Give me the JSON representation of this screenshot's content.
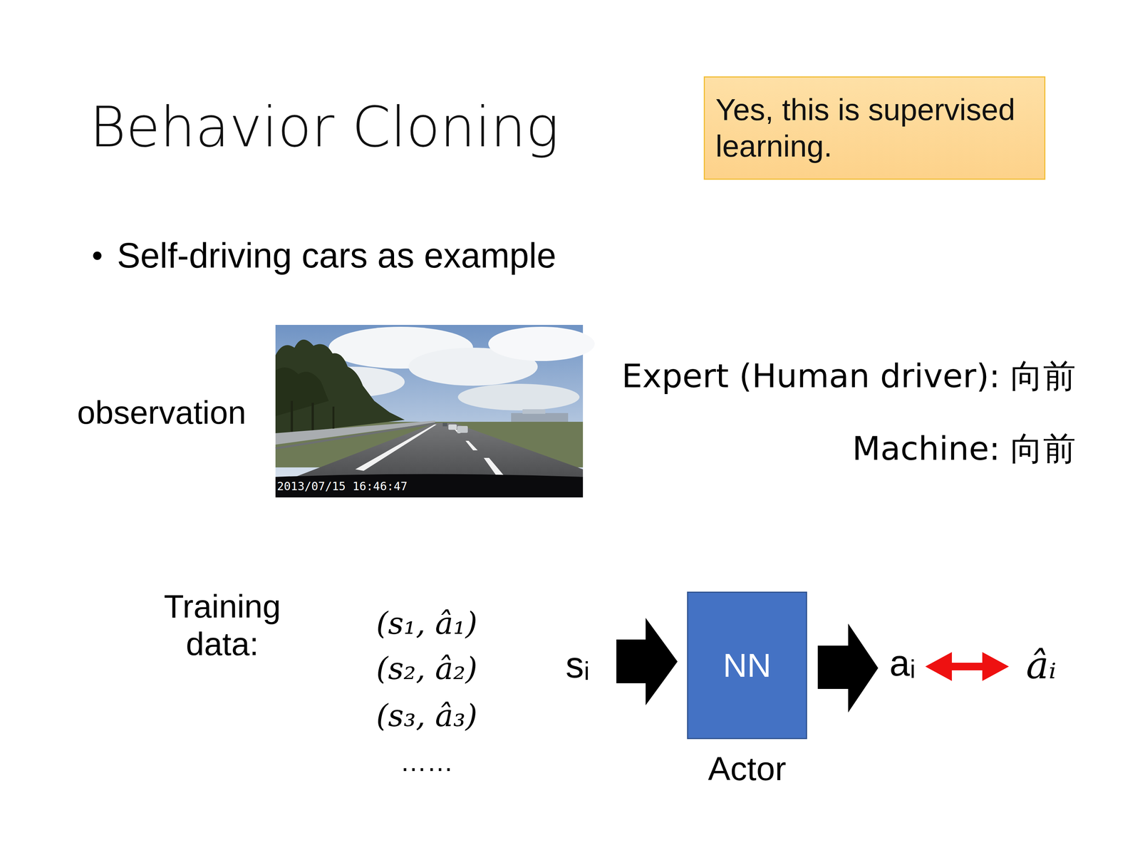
{
  "diagram": {
    "title": "Behavior Cloning",
    "nodes": [
      {
        "text": [
          "Yes, this is supervised learning."
        ]
      },
      {
        "text": [
          "NN",
          "Actor"
        ]
      }
    ],
    "labels": [
      "Self-driving cars as example",
      "observation",
      "2013/07/15 16:46:47",
      "Expert (Human driver): 向前",
      "Machine: 向前",
      "Training data:",
      "(s₁, â₁)",
      "(s₂, â₂)",
      "(s₃, â₃)",
      "……",
      "sᵢ",
      "aᵢ",
      "âᵢ"
    ]
  }
}
